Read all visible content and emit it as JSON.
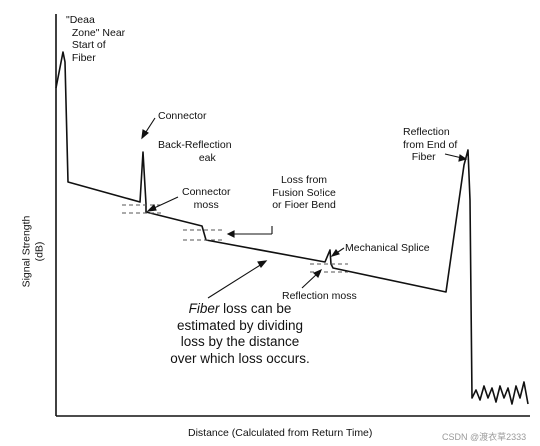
{
  "diagram": {
    "axis": {
      "y_label_line1": "Signal Strength",
      "y_label_line2": "(dB)",
      "x_label": "Distance  (Calculated from Return Time)"
    },
    "labels": {
      "dead_zone": "\"Deaa\n  Zone\" Near\n  Start of\n  Fiber",
      "connector": "Connector",
      "back_reflection": "Back-Reflection\n              eak",
      "connector_loss": "Connector\n    moss",
      "fusion_splice": "Loss from\nFusion So!ice\nor Fioer Bend",
      "mechanical_splice": "Mechanical Splice",
      "reflection_loss": "Reflection moss",
      "end_reflection": "Reflection\nfrom End of\n   Fiber"
    },
    "note": {
      "line1_italic": "Fiber",
      "line1_rest": " loss can be",
      "line2": "estimated by dividing",
      "line3": "loss by the distance",
      "line4": "over which loss occurs."
    },
    "watermark": "CSDN @渡衣草2333"
  }
}
